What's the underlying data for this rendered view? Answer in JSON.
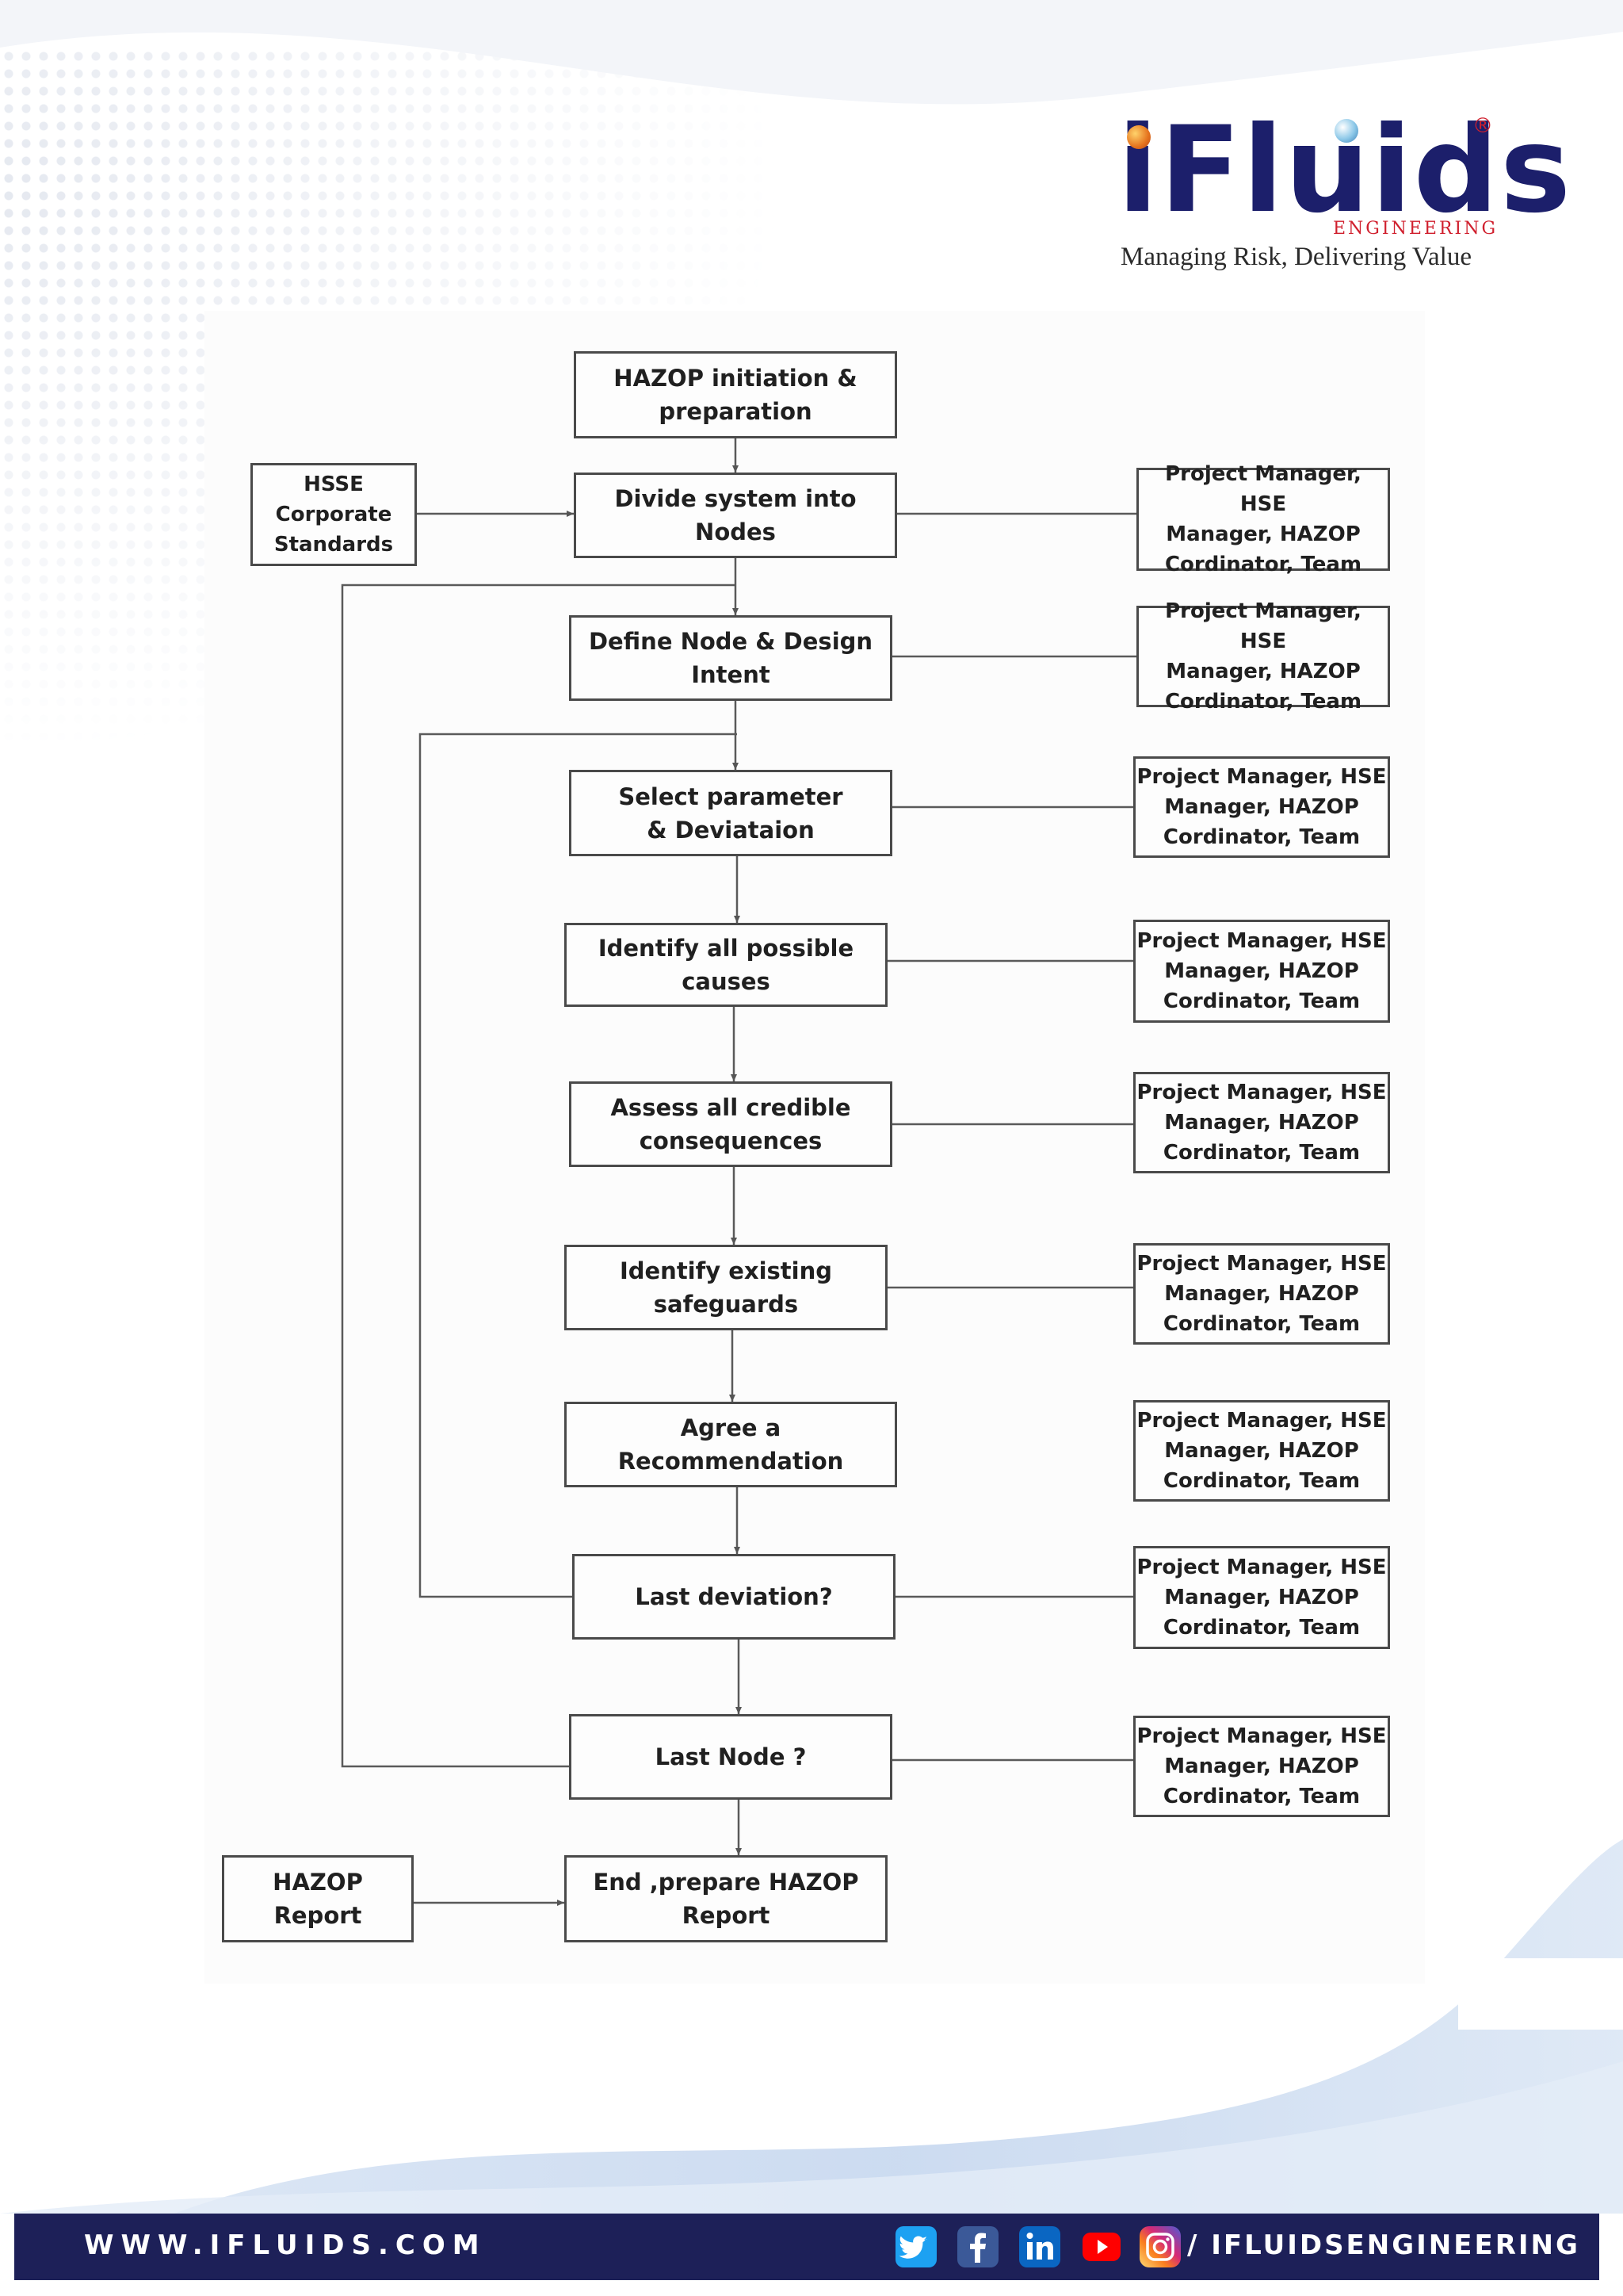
{
  "brand": {
    "logo_text": "iFluids",
    "registered_mark": "®",
    "division": "ENGINEERING",
    "tagline": "Managing Risk, Delivering Value"
  },
  "flowchart": {
    "steps": [
      "HAZOP initiation &\npreparation",
      "Divide system into\nNodes",
      "Define Node & Design\nIntent",
      "Select parameter\n& Deviataion",
      "Identify all possible\ncauses",
      "Assess all credible\nconsequences",
      "Identify existing\nsafeguards",
      "Agree a\nRecommendation",
      "Last deviation?",
      "Last Node ?",
      "End ,prepare HAZOP\nReport"
    ],
    "inputs": {
      "standards": "HSSE\nCorporate\nStandards",
      "report": "HAZOP\nReport"
    },
    "responsible": [
      "Project Manager, HSE\nManager, HAZOP\nCordinator, Team",
      "Project Manager, HSE\nManager, HAZOP\nCordinator, Team",
      "Project Manager, HSE\nManager, HAZOP\nCordinator, Team",
      "Project Manager, HSE\nManager, HAZOP\nCordinator, Team",
      "Project Manager, HSE\nManager, HAZOP\nCordinator, Team",
      "Project Manager, HSE\nManager, HAZOP\nCordinator, Team",
      "Project Manager, HSE\nManager, HAZOP\nCordinator, Team",
      "Project Manager, HSE\nManager, HAZOP\nCordinator, Team",
      "Project Manager, HSE\nManager, HAZOP\nCordinator, Team"
    ]
  },
  "footer": {
    "website": "WWW.IFLUIDS.COM",
    "social_handle": "/ IFLUIDSENGINEERING",
    "social_icons": [
      "twitter-icon",
      "facebook-icon",
      "linkedin-icon",
      "youtube-icon",
      "instagram-icon"
    ]
  },
  "colors": {
    "brand_navy": "#1d2058",
    "brand_red": "#d01f2d",
    "box_border": "#4a4a4a"
  }
}
